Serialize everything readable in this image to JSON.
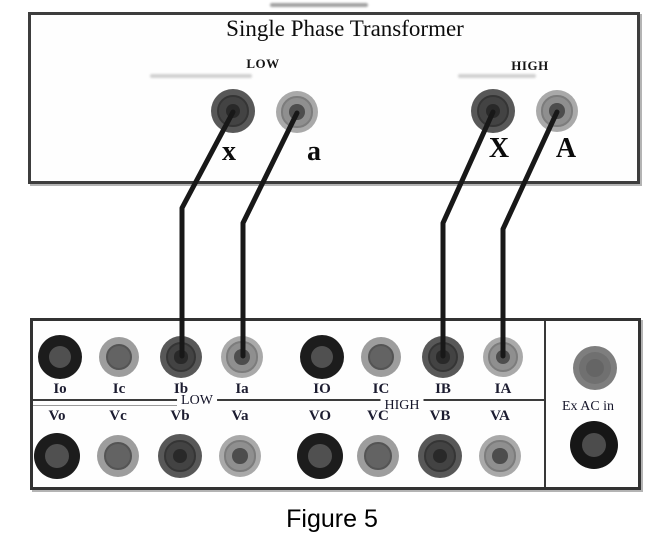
{
  "figure_caption": "Figure 5",
  "transformer": {
    "title": "Single Phase Transformer",
    "low_label": "LOW",
    "high_label": "HIGH",
    "terminals": [
      {
        "label": "x",
        "side": "low"
      },
      {
        "label": "a",
        "side": "low"
      },
      {
        "label": "X",
        "side": "high"
      },
      {
        "label": "A",
        "side": "high"
      }
    ]
  },
  "test_set_panel": {
    "current_terminals": [
      "Io",
      "Ic",
      "Ib",
      "Ia",
      "IO",
      "IC",
      "IB",
      "IA"
    ],
    "voltage_terminals": [
      "Vo",
      "Vc",
      "Vb",
      "Va",
      "VO",
      "VC",
      "VB",
      "VA"
    ],
    "low_label": "LOW",
    "high_label": "HIGH",
    "ex_ac_label": "Ex AC in"
  },
  "connections": [
    {
      "from": "x",
      "to": "Ib"
    },
    {
      "from": "a",
      "to": "Ia"
    },
    {
      "from": "X",
      "to": "IB"
    },
    {
      "from": "A",
      "to": "IA"
    }
  ],
  "colors": {
    "wire": "#181818",
    "terminal_black": "#1c1c1c",
    "terminal_dark": "#585858",
    "terminal_gray": "#9d9d9d",
    "terminal_light": "#a9a9a9"
  }
}
